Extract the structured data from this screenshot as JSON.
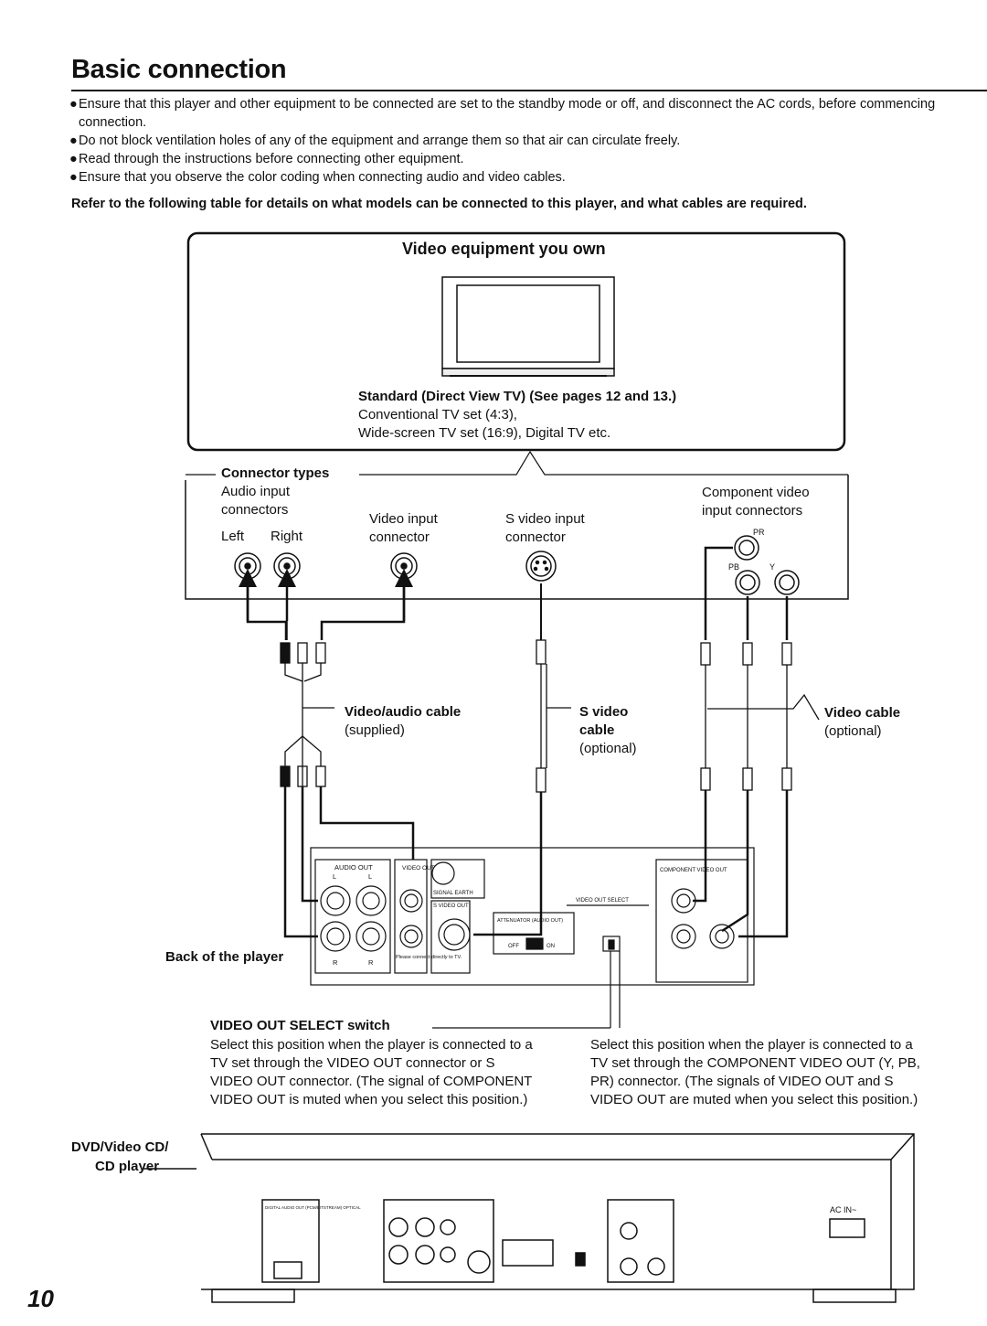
{
  "title": "Basic connection",
  "bullets": [
    "Ensure that this player and other equipment to be connected are set to the standby mode or off, and disconnect the AC cords, before commencing connection.",
    "Do not block ventilation holes of any of the equipment and arrange them so that air can circulate freely.",
    "Read through the instructions before connecting other equipment.",
    "Ensure that you observe the color coding when connecting audio and video cables."
  ],
  "bullet_mark": "●",
  "refer_text": "Refer to the following table for details on what models can be connected to this player, and what cables are required.",
  "equipment_box": {
    "heading": "Video equipment you own",
    "tv_caption_title": "Standard (Direct View TV) (See pages 12 and 13.)",
    "tv_caption_line1": "Conventional TV set (4:3),",
    "tv_caption_line2": "Wide-screen TV set (16:9), Digital TV etc."
  },
  "connector_types": {
    "heading": "Connector types",
    "audio_line1": "Audio input",
    "audio_line2": "connectors",
    "left": "Left",
    "right": "Right",
    "video_line1": "Video input",
    "video_line2": "connector",
    "svideo_line1": "S video input",
    "svideo_line2": "connector",
    "component_line1": "Component video",
    "component_line2": "input connectors",
    "pr": "PR",
    "pb": "PB",
    "y": "Y"
  },
  "cables": {
    "va_name": "Video/audio cable",
    "va_note": "(supplied)",
    "sv_name1": "S video",
    "sv_name2": "cable",
    "sv_note": "(optional)",
    "vc_name": "Video cable",
    "vc_note": "(optional)"
  },
  "player_back": {
    "label": "Back of the player",
    "audio_out": "AUDIO OUT",
    "l": "L",
    "r": "R",
    "video_out": "VIDEO OUT",
    "signal_earth": "SIGNAL EARTH",
    "s_video_out": "S VIDEO OUT",
    "please_connect": "Please connect directly to TV.",
    "attenuator": "ATTENUATOR (AUDIO OUT)",
    "off": "OFF",
    "on": "ON",
    "video_out_select": "VIDEO OUT SELECT",
    "component_video_out": "COMPONENT VIDEO OUT"
  },
  "switch": {
    "label": "VIDEO OUT SELECT switch",
    "left_text": [
      "Select this position when the player is connected to a",
      "TV set through the VIDEO OUT connector or S",
      "VIDEO OUT connector. (The signal of COMPONENT",
      "VIDEO OUT is muted when you select this position.)"
    ],
    "right_text": [
      "Select this position when the player is connected to a",
      "TV set through the COMPONENT VIDEO OUT (Y, PB,",
      "PR) connector. (The signals of VIDEO OUT and S",
      "VIDEO OUT are muted when you select this position.)"
    ]
  },
  "player": {
    "label_line1": "DVD/Video CD/",
    "label_line2": "CD player",
    "ac_in": "AC IN~",
    "digital_audio_out": "DIGITAL AUDIO OUT (PCM/BITSTREAM) OPTICAL"
  },
  "page_number": "10"
}
